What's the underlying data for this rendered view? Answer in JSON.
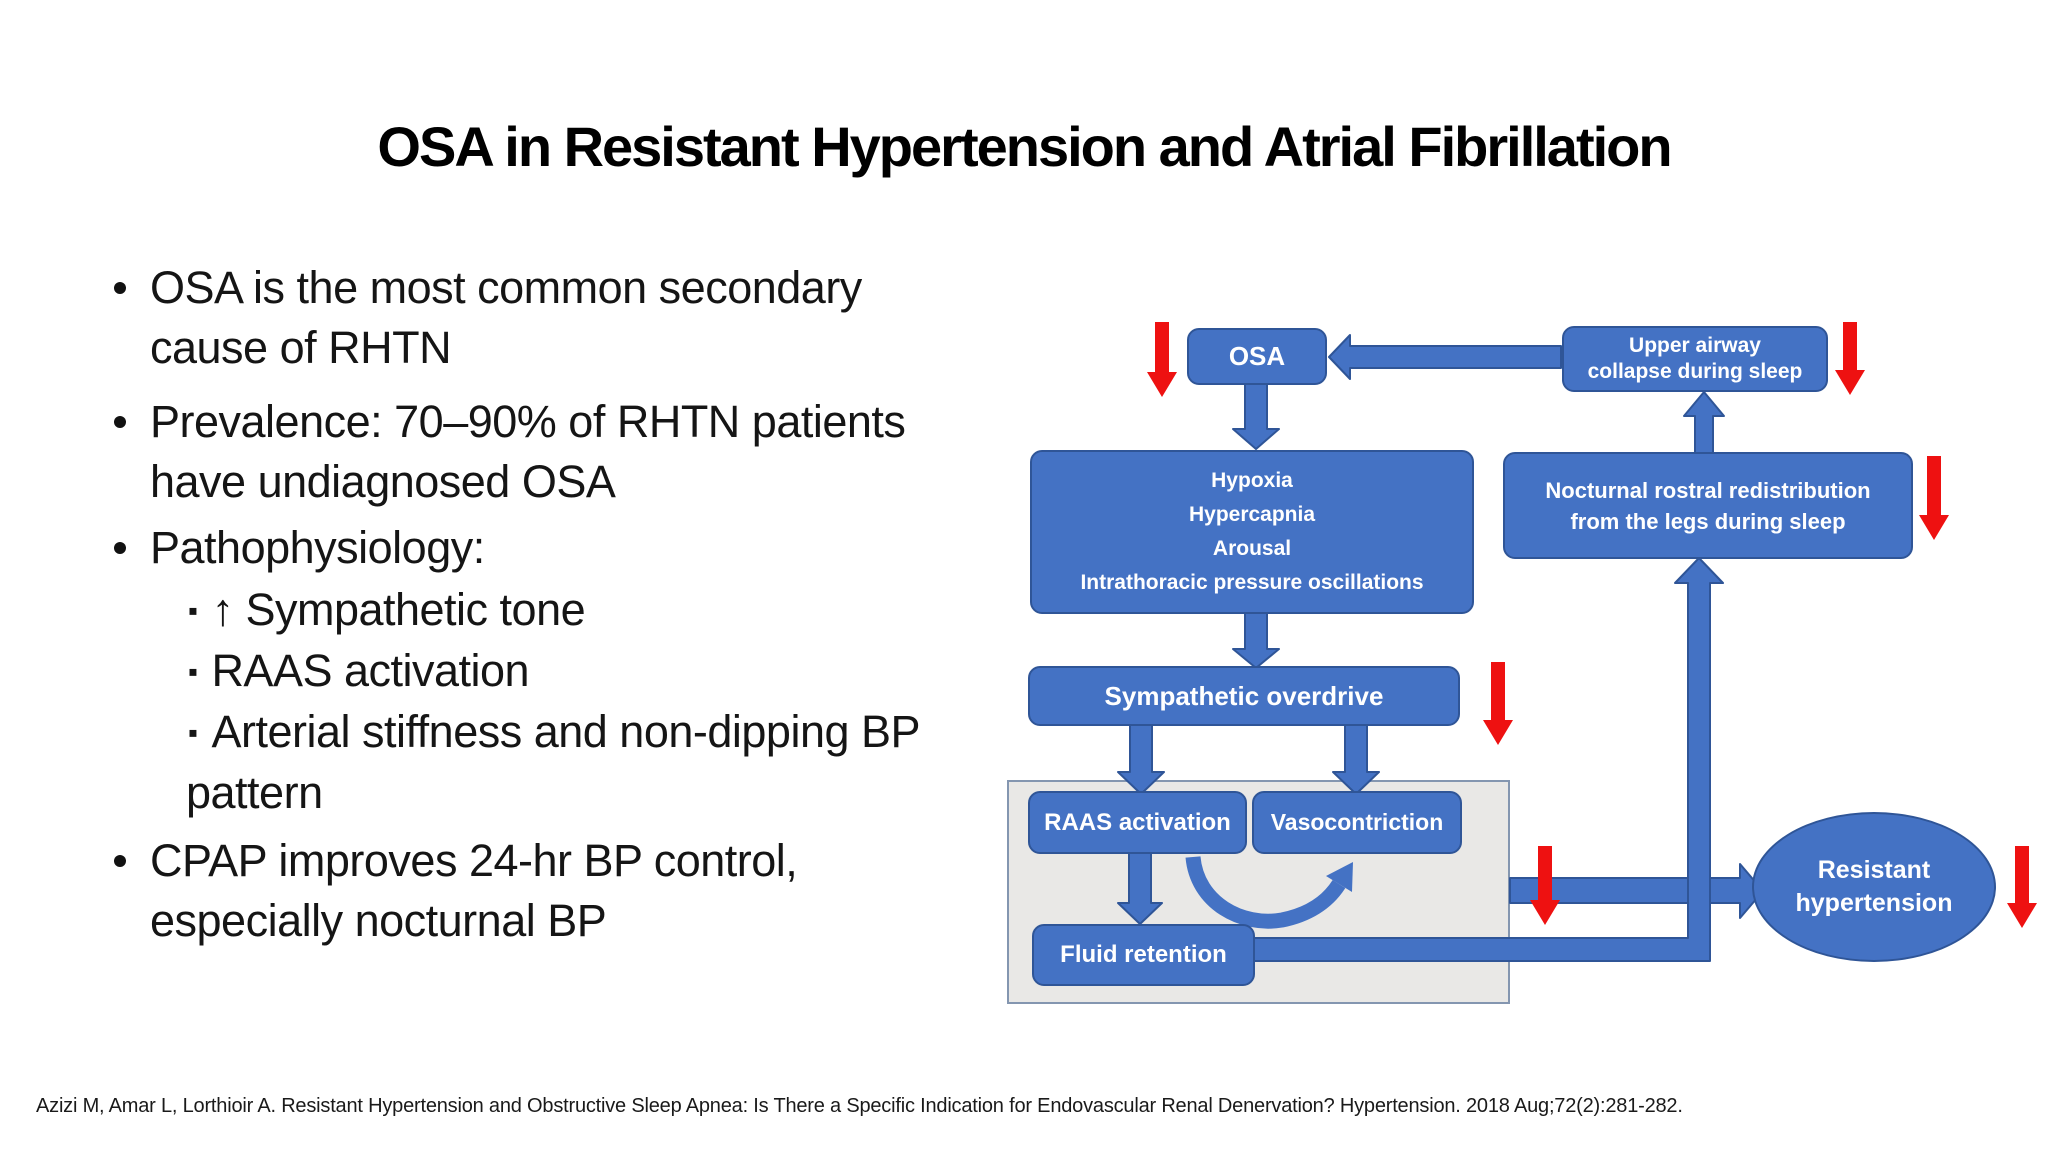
{
  "slide": {
    "title": "OSA in Resistant Hypertension and Atrial Fibrillation",
    "bullets": [
      {
        "text": "OSA is the most common secondary\ncause of RHTN"
      },
      {
        "text": "Prevalence: 70–90% of RHTN patients\nhave undiagnosed OSA"
      },
      {
        "text": "Pathophysiology:",
        "sub": [
          "↑ Sympathetic tone",
          "RAAS activation",
          "Arterial stiffness and non-dipping BP\npattern"
        ]
      },
      {
        "text": "CPAP improves 24-hr BP control,\nespecially nocturnal BP"
      }
    ],
    "citation": "Azizi M, Amar L, Lorthioir A. Resistant Hypertension and Obstructive Sleep Apnea: Is There a Specific Indication for Endovascular Renal Denervation? Hypertension. 2018 Aug;72(2):281-282."
  },
  "diagram": {
    "osa": "OSA",
    "upper_airway": [
      "Upper airway",
      "collapse during sleep"
    ],
    "hypoxia": [
      "Hypoxia",
      "Hypercapnia",
      "Arousal",
      "Intrathoracic pressure oscillations"
    ],
    "nocturnal": [
      "Nocturnal rostral redistribution",
      "from the legs during sleep"
    ],
    "sympathetic": "Sympathetic overdrive",
    "raas": "RAAS activation",
    "vasocontriction": "Vasocontriction",
    "fluid": "Fluid retention",
    "resistant": [
      "Resistant",
      "hypertension"
    ]
  },
  "colors": {
    "box_fill": "#4472c4",
    "box_border": "#2f5597",
    "red_arrow": "#ee1111",
    "panel_fill": "#e9e8e6",
    "panel_border": "#8496b0",
    "text_on_blue": "#ffffff"
  }
}
